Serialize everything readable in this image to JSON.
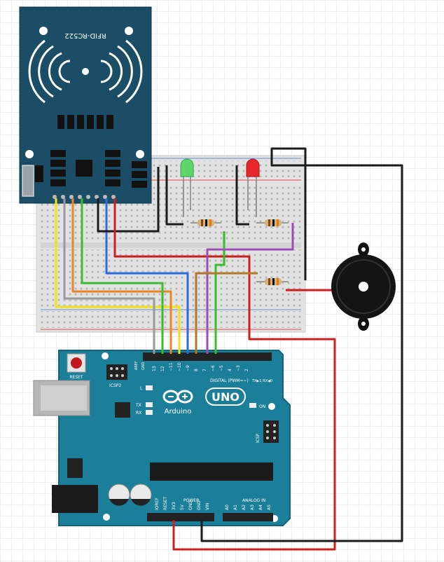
{
  "rfid": {
    "label": "RFID-RC522"
  },
  "arduino": {
    "logo": "UNO",
    "brand": "Arduino",
    "reset_label": "RESET",
    "icsp2_label": "ICSP2",
    "icsp_label": "ICSP",
    "on_label": "ON",
    "l_label": "L",
    "tx_label": "TX",
    "rx_label": "RX",
    "digital_label": "DIGITAL (PWM=~)",
    "power_label": "POWER",
    "analog_label": "ANALOG IN",
    "aref_label": "AREF",
    "gnd_label": "GND",
    "txrx_label": "TX▶1  RX◀0",
    "digital_pins": [
      "13",
      "12",
      "~11",
      "~10",
      "~9",
      "8",
      "7",
      "~6",
      "~5",
      "4",
      "~3",
      "2"
    ],
    "power_pins": [
      "IOREF",
      "RESET",
      "3V3",
      "5V",
      "GND",
      "GND",
      "VIN"
    ],
    "analog_pins": [
      "A0",
      "A1",
      "A2",
      "A3",
      "A4",
      "A5"
    ]
  },
  "components": {
    "led_green": "green-led",
    "led_red": "red-led",
    "resistors": 3,
    "buzzer": "piezo-buzzer"
  },
  "colors": {
    "board_blue": "#1c7f9a",
    "rfid_blue": "#1b4e66",
    "wire_yellow": "#f2e21a",
    "wire_grey": "#9a9a9a",
    "wire_orange": "#e8862a",
    "wire_green": "#3dbb2f",
    "wire_blue": "#2f6ad8",
    "wire_black": "#1a1a1a",
    "wire_red": "#c8201f",
    "wire_purple": "#9b4fb5",
    "wire_brown": "#b07a2a"
  }
}
